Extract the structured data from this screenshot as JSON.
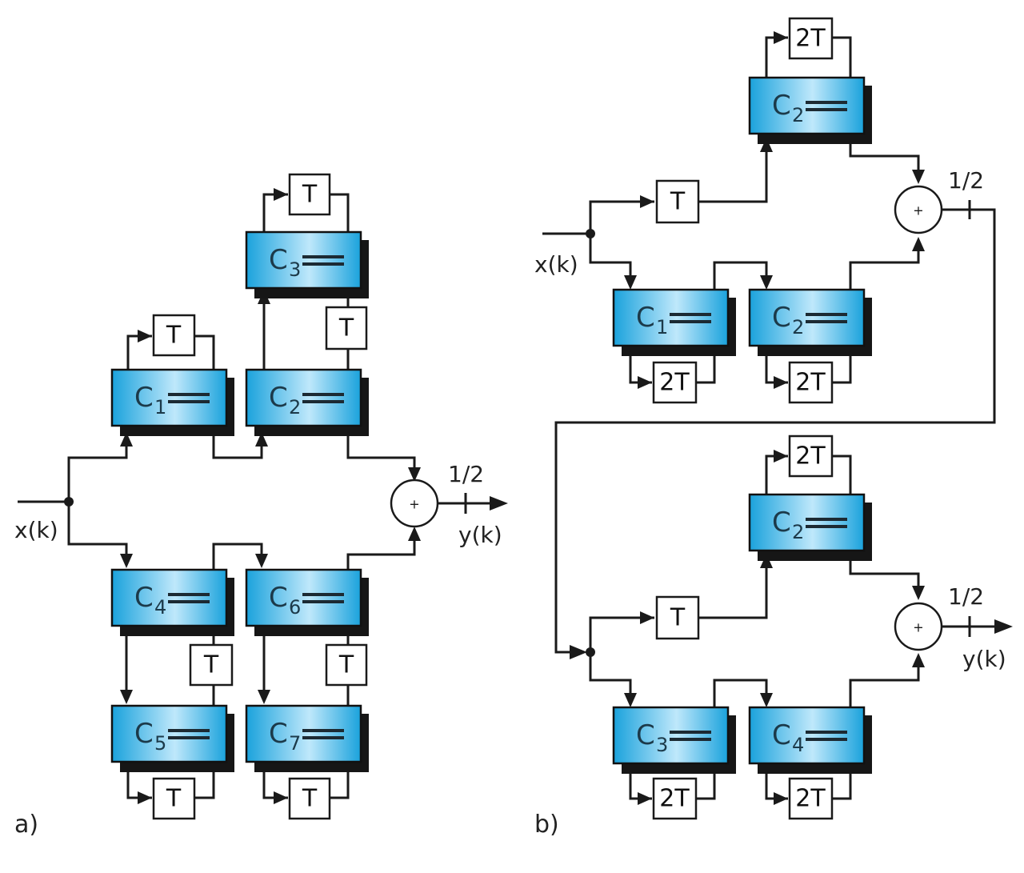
{
  "diagram": {
    "title": "Lattice wave digital filter structures",
    "colors": {
      "box_fill_light": "#bfe8fb",
      "box_fill_dark": "#19a3dd",
      "box_shadow": "#161616",
      "line": "#1a1a1a"
    },
    "panels": {
      "a": {
        "label": "a)",
        "input_label": "x(k)",
        "output_label": "y(k)",
        "scale_label": "1/2",
        "adder_symbol": "+",
        "coefficients": [
          {
            "id": "c1",
            "name": "C",
            "sub": "1"
          },
          {
            "id": "c2",
            "name": "C",
            "sub": "2"
          },
          {
            "id": "c3",
            "name": "C",
            "sub": "3"
          },
          {
            "id": "c4",
            "name": "C",
            "sub": "4"
          },
          {
            "id": "c5",
            "name": "C",
            "sub": "5"
          },
          {
            "id": "c6",
            "name": "C",
            "sub": "6"
          },
          {
            "id": "c7",
            "name": "C",
            "sub": "7"
          }
        ],
        "delays": [
          {
            "id": "t-c1",
            "label": "T"
          },
          {
            "id": "t-c3",
            "label": "T"
          },
          {
            "id": "t-c2c3",
            "label": "T"
          },
          {
            "id": "t-c4c5",
            "label": "T"
          },
          {
            "id": "t-c6c7",
            "label": "T"
          },
          {
            "id": "t-c5",
            "label": "T"
          },
          {
            "id": "t-c7",
            "label": "T"
          }
        ]
      },
      "b": {
        "label": "b)",
        "input_label": "x(k)",
        "output_label": "y(k)",
        "scale_label_1": "1/2",
        "scale_label_2": "1/2",
        "adder_symbol": "+",
        "stage1": {
          "coefficients": [
            {
              "id": "c2-top",
              "name": "C",
              "sub": "2"
            },
            {
              "id": "c1",
              "name": "C",
              "sub": "1"
            },
            {
              "id": "c2",
              "name": "C",
              "sub": "2"
            }
          ],
          "delays": [
            {
              "id": "2t-top",
              "label": "2T"
            },
            {
              "id": "t-in",
              "label": "T"
            },
            {
              "id": "2t-c1",
              "label": "2T"
            },
            {
              "id": "2t-c2",
              "label": "2T"
            }
          ]
        },
        "stage2": {
          "coefficients": [
            {
              "id": "c2-top",
              "name": "C",
              "sub": "2"
            },
            {
              "id": "c3",
              "name": "C",
              "sub": "3"
            },
            {
              "id": "c4",
              "name": "C",
              "sub": "4"
            }
          ],
          "delays": [
            {
              "id": "2t-top",
              "label": "2T"
            },
            {
              "id": "t-in",
              "label": "T"
            },
            {
              "id": "2t-c3",
              "label": "2T"
            },
            {
              "id": "2t-c4",
              "label": "2T"
            }
          ]
        }
      }
    }
  }
}
